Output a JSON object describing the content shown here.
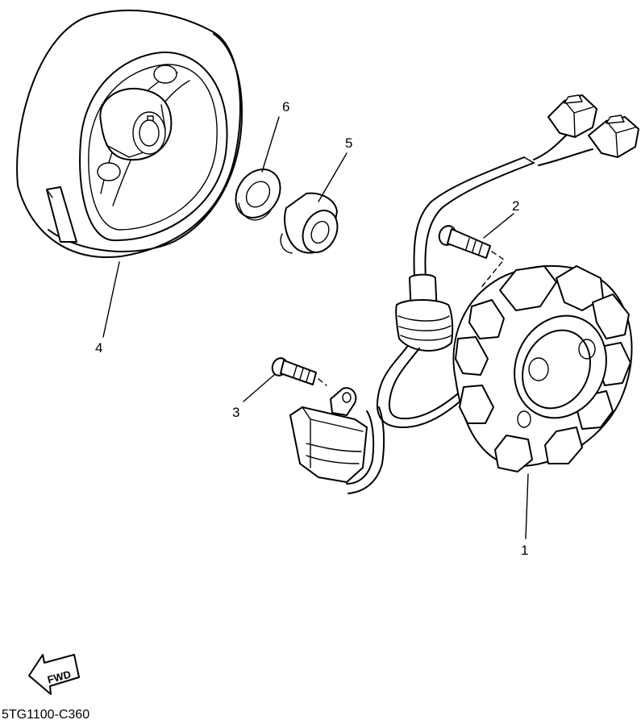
{
  "callouts": {
    "part1": "1",
    "part2": "2",
    "part3": "3",
    "part4": "4",
    "part5": "5",
    "part6": "6"
  },
  "fwd_label": "FWD",
  "diagram_code": "5TG1100-C360",
  "icons": [
    "fwd-arrow-icon"
  ]
}
